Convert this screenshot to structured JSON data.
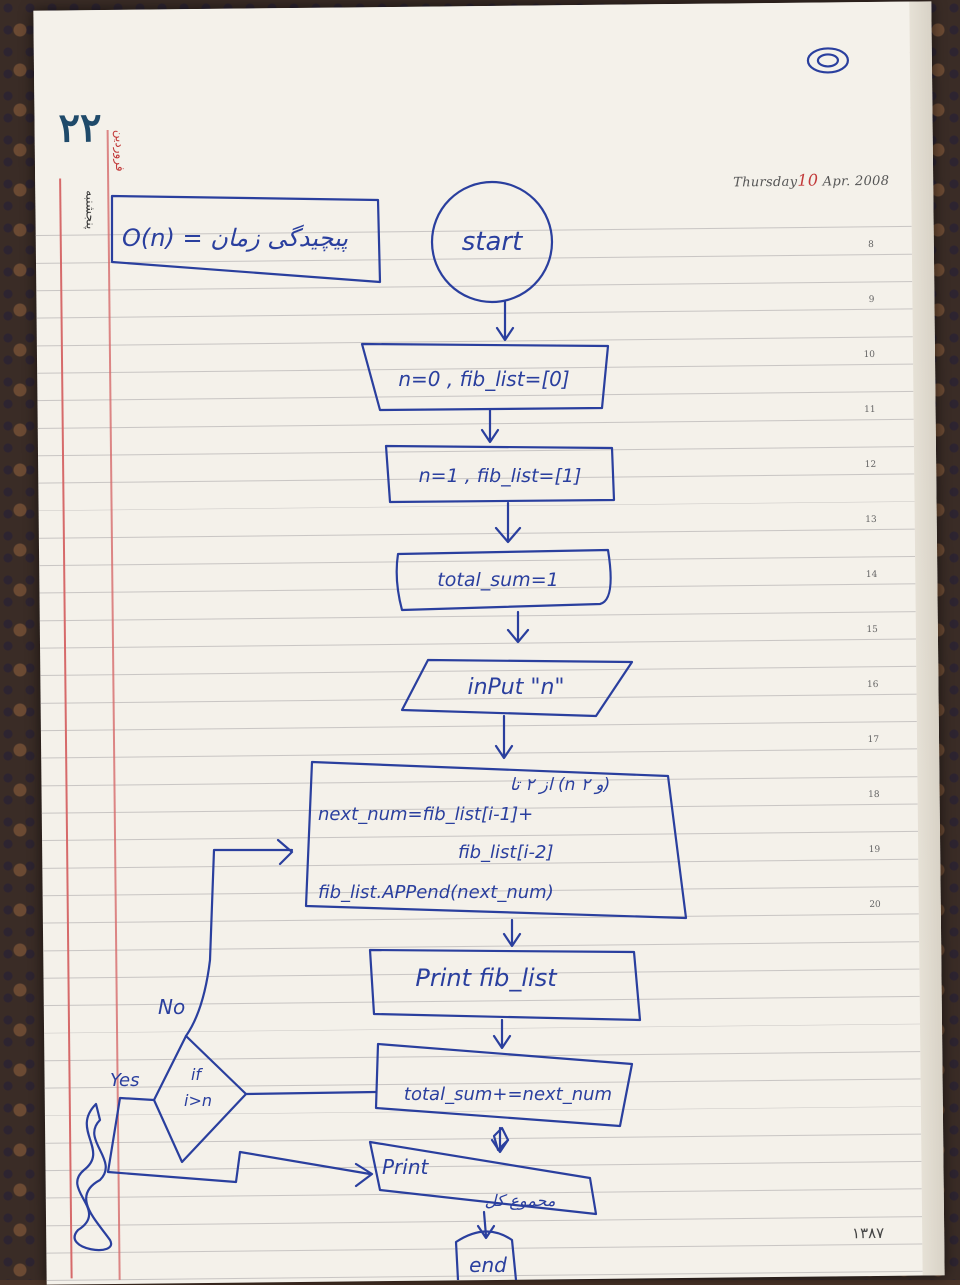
{
  "header": {
    "date_prefix": "Thursday",
    "day_num": "10",
    "date_suffix": "Apr. 2008"
  },
  "hours": [
    "8",
    "9",
    "10",
    "11",
    "12",
    "13",
    "14",
    "15",
    "16",
    "17",
    "18",
    "19",
    "20"
  ],
  "page_number": "۱۳۸۷",
  "day_big": "۲۲",
  "month_label": "فروردین",
  "weekday_label": "پنجشنبه",
  "complexity_note": "O(n) = پیچیدگی زمان",
  "flowchart": {
    "start": "start",
    "init1": "n=0 , fib_list=[0]",
    "init2": "n=1 , fib_list=[1]",
    "init3": "total_sum=1",
    "input": "inPut \"n\"",
    "loop_header": "از ۲ تا (n و ۲)",
    "loop_line1": "next_num=fib_list[i-1]+",
    "loop_line2": "fib_list[i-2]",
    "loop_line3": "fib_list.APPend(next_num)",
    "print_list": "Print fib_list",
    "sum_update": "total_sum+=next_num",
    "decision_line1": "if",
    "decision_line2": "i>n",
    "no_label": "No",
    "yes_label": "Yes",
    "print_total": "Print",
    "print_total_sub": "مجموع کل",
    "end": "end"
  }
}
